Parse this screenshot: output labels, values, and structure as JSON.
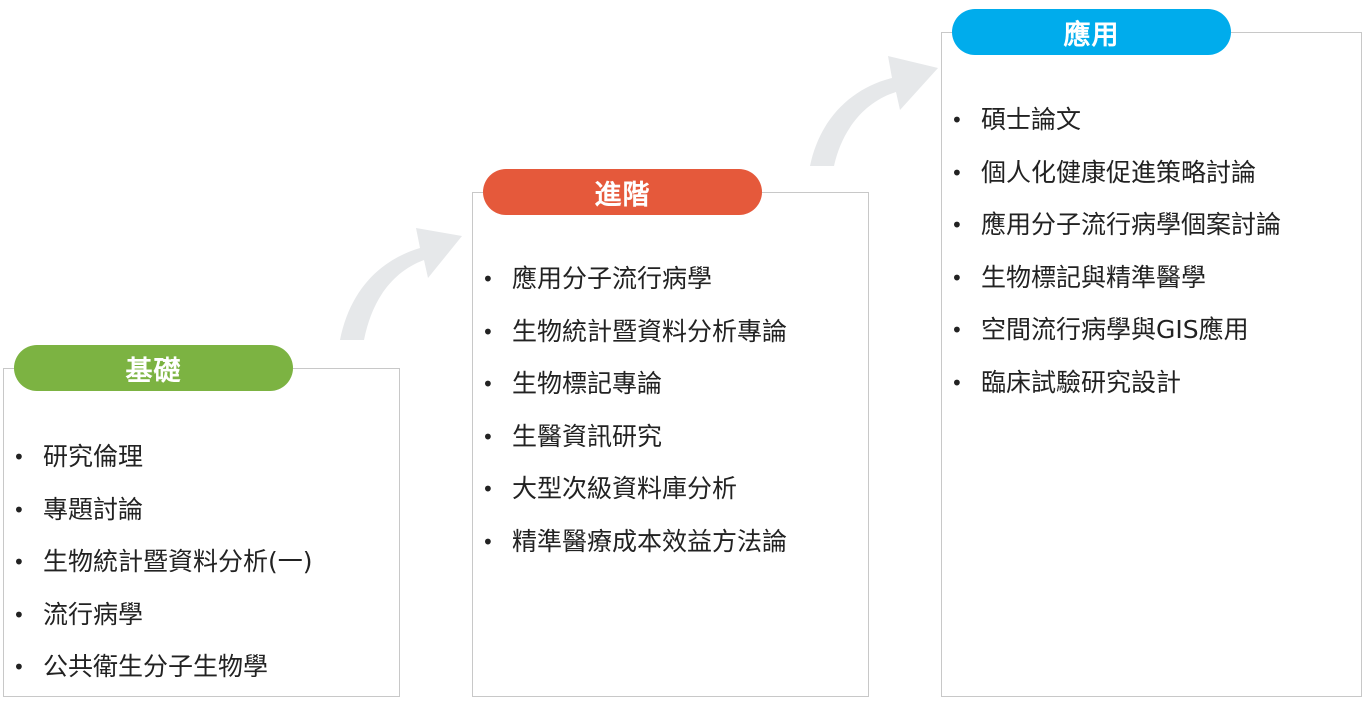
{
  "colors": {
    "basic": "#7cb342",
    "advanced": "#e5593b",
    "applied": "#00acec",
    "arrow": "#e6e8ea",
    "border": "#c8c8c8"
  },
  "stages": {
    "basic": {
      "title": "基礎",
      "items": [
        "研究倫理",
        "專題討論",
        "生物統計暨資料分析(一)",
        "流行病學",
        "公共衛生分子生物學"
      ]
    },
    "advanced": {
      "title": "進階",
      "items": [
        "應用分子流行病學",
        "生物統計暨資料分析專論",
        "生物標記專論",
        "生醫資訊研究",
        "大型次級資料庫分析",
        "精準醫療成本效益方法論"
      ]
    },
    "applied": {
      "title": "應用",
      "items": [
        "碩士論文",
        "個人化健康促進策略討論",
        "應用分子流行病學個案討論",
        "生物標記與精準醫學",
        "空間流行病學與GIS應用",
        "臨床試驗研究設計"
      ]
    }
  },
  "bullet_symbol": "•"
}
